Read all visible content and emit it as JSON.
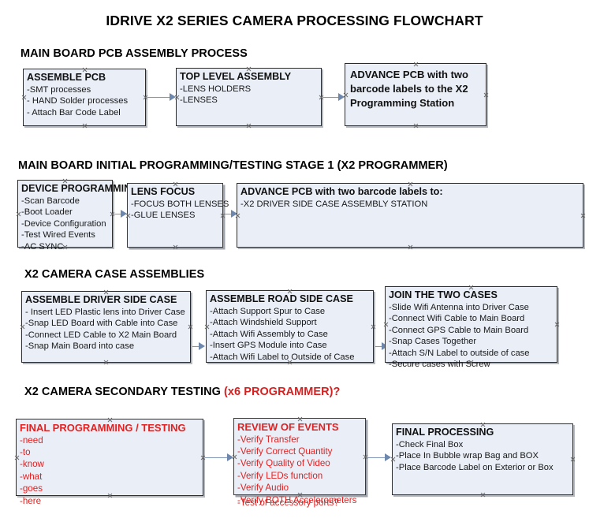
{
  "document": {
    "title": "IDRIVE X2  SERIES CAMERA PROCESSING FLOWCHART"
  },
  "sections": [
    {
      "heading": "MAIN BOARD PCB ASSEMBLY PROCESS",
      "heading_accent": "",
      "boxes": [
        {
          "title": "ASSEMBLE PCB",
          "lines": [
            "-SMT processes",
            "- HAND Solder processes",
            "- Attach Bar Code Label"
          ]
        },
        {
          "title": "TOP LEVEL ASSEMBLY",
          "lines": [
            "-LENS HOLDERS",
            "-LENSES"
          ]
        },
        {
          "title": "ADVANCE PCB with two barcode labels to the  X2 Programming Station",
          "lines": []
        }
      ]
    },
    {
      "heading": "MAIN BOARD INITIAL PROGRAMMING/TESTING STAGE 1 (X2 PROGRAMMER)",
      "heading_accent": "",
      "boxes": [
        {
          "title": "DEVICE PROGRAMMING",
          "lines": [
            "-Scan Barcode",
            "-Boot Loader",
            "-Device Configuration",
            "-Test Wired Events",
            "-AC SYNC"
          ]
        },
        {
          "title": "LENS FOCUS",
          "lines": [
            "-FOCUS BOTH LENSES",
            "-GLUE LENSES"
          ]
        },
        {
          "title": "ADVANCE PCB with two barcode labels to:",
          "lines": [
            "-X2 DRIVER  SIDE  CASE  ASSEMBLY STATION"
          ]
        }
      ]
    },
    {
      "heading": "X2 CAMERA CASE ASSEMBLIES",
      "heading_accent": "",
      "boxes": [
        {
          "title": "ASSEMBLE DRIVER SIDE CASE",
          "lines": [
            "- Insert LED Plastic lens into Driver Case",
            "-Snap LED Board with Cable into Case",
            "-Connect LED Cable to X2 Main Board",
            "-Snap Main Board into case"
          ]
        },
        {
          "title": "ASSEMBLE ROAD SIDE CASE",
          "lines": [
            "-Attach Support Spur to Case",
            "-Attach Windshield Support",
            "-Attach Wifi Assembly to Case",
            "-Insert GPS Module into Case",
            "-Attach Wifi Label to Outside of Case"
          ]
        },
        {
          "title": "JOIN THE TWO CASES",
          "lines": [
            "-Slide Wifi Antenna into Driver Case",
            "-Connect Wifi Cable to Main Board",
            "-Connect GPS Cable to Main Board",
            "-Snap Cases Together",
            "-Attach S/N Label to outside of case",
            "-Secure cases with Screw"
          ]
        }
      ]
    },
    {
      "heading": "X2 CAMERA SECONDARY TESTING ",
      "heading_accent": "(x6 PROGRAMMER)?",
      "boxes": [
        {
          "title": "FINAL PROGRAMMING / TESTING",
          "lines": [
            "-need",
            "-to",
            "-know",
            "-what",
            "-goes",
            "-here"
          ]
        },
        {
          "title": "REVIEW OF EVENTS",
          "lines": [
            "-Verify Transfer",
            "-Verify Correct Quantity",
            "-Verify Quality of Video",
            "-Verify LEDs function",
            "-Verify Audio",
            "-Verify BOTH Accelerometers"
          ],
          "overflow_line": "-Test of accessory ports?"
        },
        {
          "title": "FINAL PROCESSING",
          "lines": [
            " -Check Final Box",
            "-Place In Bubble wrap Bag and BOX",
            "-Place Barcode Label on Exterior or Box"
          ]
        }
      ]
    }
  ],
  "colors": {
    "box_fill": "#e9eef7",
    "box_border": "#2b2b2b",
    "connector": "#8196b4",
    "accent_red": "#e02222",
    "text": "#101010"
  }
}
